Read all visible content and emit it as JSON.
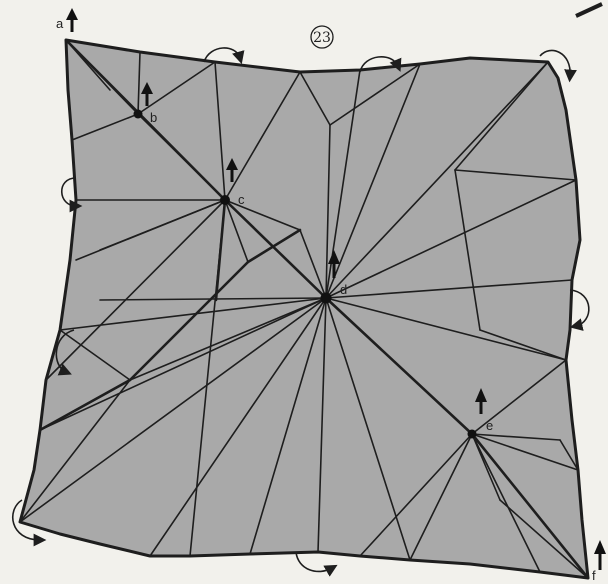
{
  "step_number": "23",
  "points": [
    {
      "id": "a",
      "label": "a"
    },
    {
      "id": "b",
      "label": "b"
    },
    {
      "id": "c",
      "label": "c"
    },
    {
      "id": "d",
      "label": "d"
    },
    {
      "id": "e",
      "label": "e"
    },
    {
      "id": "f",
      "label": "f"
    }
  ],
  "colors": {
    "paper": "#a9a9a9",
    "line": "#1e1e1e",
    "background": "#f2f1ec"
  },
  "icons": [
    "up-arrow-icon",
    "curl-arrow-icon"
  ]
}
